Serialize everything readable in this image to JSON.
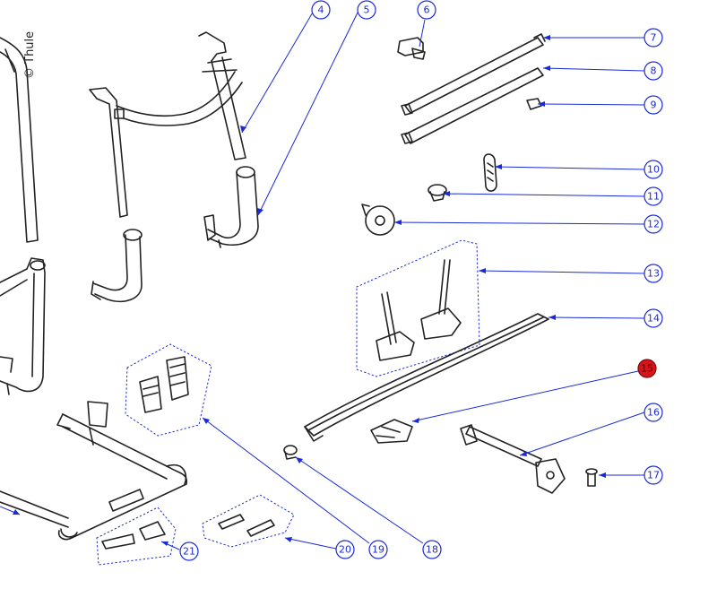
{
  "copyright": "© Thule",
  "colors": {
    "callout": "#1a2bd6",
    "highlight": "#d8141b",
    "line": "#222222",
    "fill": "#ffffff"
  },
  "callouts": [
    {
      "id": "4",
      "label": "4",
      "highlighted": false
    },
    {
      "id": "5",
      "label": "5",
      "highlighted": false
    },
    {
      "id": "6",
      "label": "6",
      "highlighted": false
    },
    {
      "id": "7",
      "label": "7",
      "highlighted": false
    },
    {
      "id": "8",
      "label": "8",
      "highlighted": false
    },
    {
      "id": "9",
      "label": "9",
      "highlighted": false
    },
    {
      "id": "10",
      "label": "10",
      "highlighted": false
    },
    {
      "id": "11",
      "label": "11",
      "highlighted": false
    },
    {
      "id": "12",
      "label": "12",
      "highlighted": false
    },
    {
      "id": "13",
      "label": "13",
      "highlighted": false
    },
    {
      "id": "14",
      "label": "14",
      "highlighted": false
    },
    {
      "id": "15",
      "label": "15",
      "highlighted": true
    },
    {
      "id": "16",
      "label": "16",
      "highlighted": false
    },
    {
      "id": "17",
      "label": "17",
      "highlighted": false
    },
    {
      "id": "18",
      "label": "18",
      "highlighted": false
    },
    {
      "id": "19",
      "label": "19",
      "highlighted": false
    },
    {
      "id": "20",
      "label": "20",
      "highlighted": false
    },
    {
      "id": "21",
      "label": "21",
      "highlighted": false
    }
  ]
}
